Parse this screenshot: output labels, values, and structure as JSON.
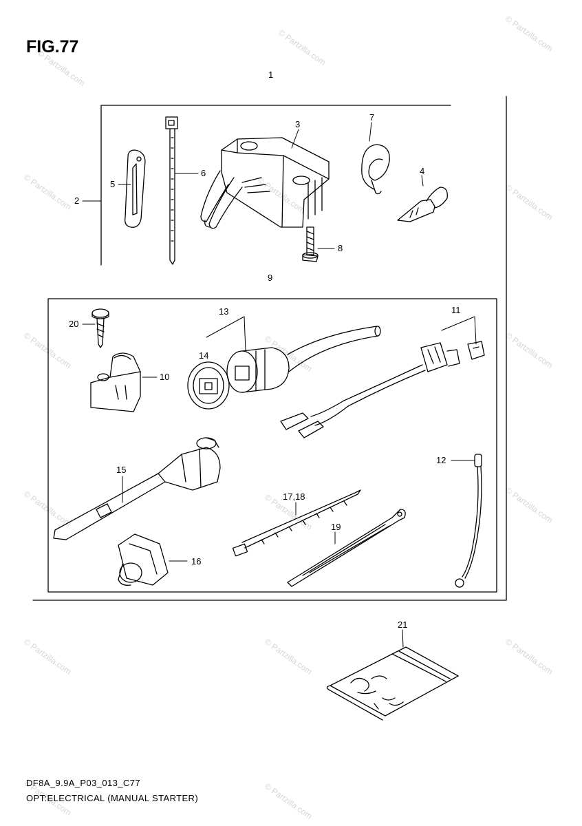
{
  "figure": {
    "title": "FIG.77",
    "code": "DF8A_9.9A_P03_013_C77",
    "caption": "OPT:ELECTRICAL (MANUAL STARTER)"
  },
  "callouts": {
    "p1": "1",
    "p2": "2",
    "p3": "3",
    "p4": "4",
    "p5": "5",
    "p6": "6",
    "p7": "7",
    "p8": "8",
    "p9": "9",
    "p10": "10",
    "p11": "11",
    "p12": "12",
    "p13": "13",
    "p14": "14",
    "p15": "15",
    "p16": "16",
    "p17_18": "17,18",
    "p19": "19",
    "p20": "20",
    "p21": "21"
  },
  "watermark": "© Partzilla.com"
}
